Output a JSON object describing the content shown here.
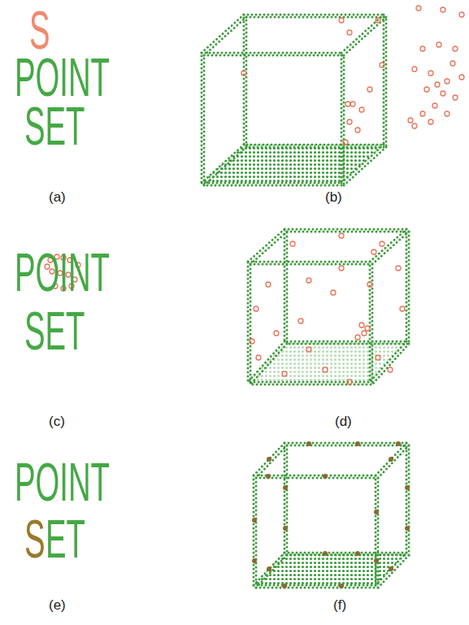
{
  "diagram": {
    "labels": [
      "S",
      "POINT",
      "SET",
      "(a)",
      "(b)",
      "POINT",
      "SET",
      "(c)",
      "(d)",
      "POINT",
      "S",
      "ET",
      "(e)",
      "(f)"
    ]
  }
}
